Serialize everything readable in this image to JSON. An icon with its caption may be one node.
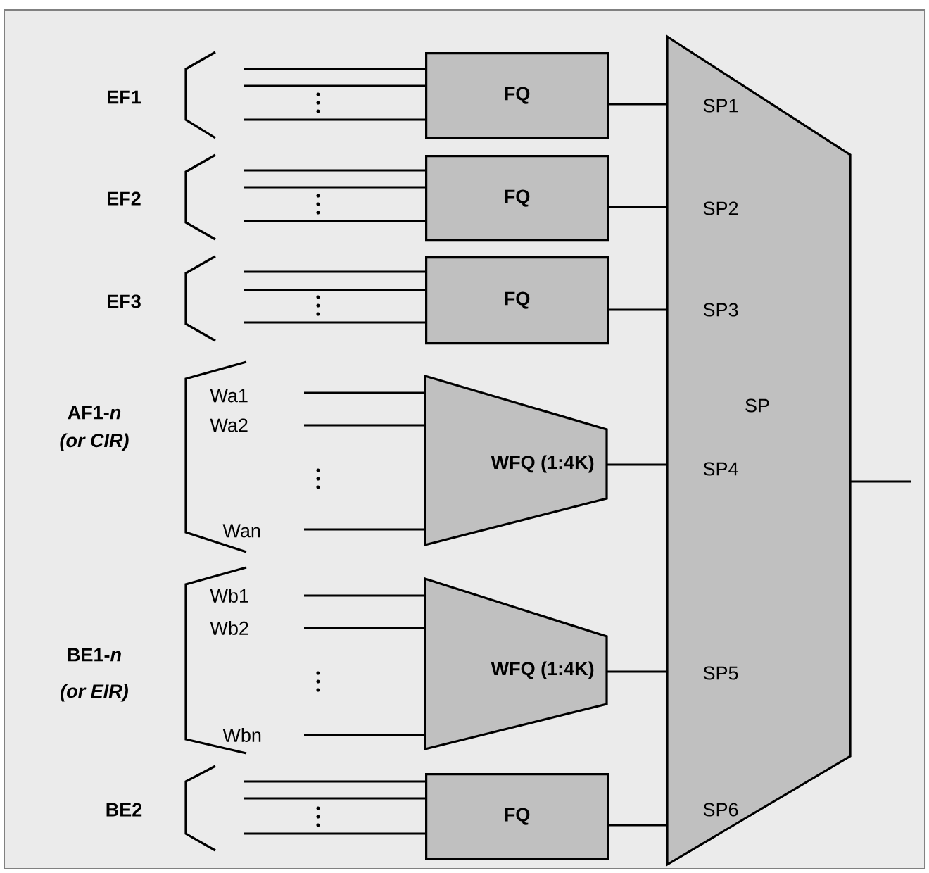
{
  "diagram": {
    "nodes": [
      {
        "text": [
          "FQ"
        ]
      },
      {
        "text": [
          "FQ"
        ]
      },
      {
        "text": [
          "FQ"
        ]
      },
      {
        "text": [
          "WFQ (1:4K)"
        ]
      },
      {
        "text": [
          "WFQ (1:4K)"
        ]
      },
      {
        "text": [
          "FQ"
        ]
      },
      {
        "text": [
          "SP1",
          "SP2",
          "SP3",
          "SP",
          "SP4",
          "SP5",
          "SP6"
        ]
      }
    ],
    "edges": [
      {
        "from": null,
        "to": 0,
        "arrow": "none"
      },
      {
        "from": null,
        "to": 0,
        "arrow": "none"
      },
      {
        "from": null,
        "to": 0,
        "arrow": "none"
      },
      {
        "from": null,
        "to": 1,
        "arrow": "none"
      },
      {
        "from": null,
        "to": 1,
        "arrow": "none"
      },
      {
        "from": null,
        "to": 1,
        "arrow": "none"
      },
      {
        "from": null,
        "to": 2,
        "arrow": "none"
      },
      {
        "from": null,
        "to": 2,
        "arrow": "none"
      },
      {
        "from": null,
        "to": 2,
        "arrow": "none"
      },
      {
        "from": null,
        "to": 3,
        "arrow": "none"
      },
      {
        "from": null,
        "to": 3,
        "arrow": "none"
      },
      {
        "from": null,
        "to": 3,
        "arrow": "none"
      },
      {
        "from": null,
        "to": 4,
        "arrow": "none"
      },
      {
        "from": null,
        "to": 4,
        "arrow": "none"
      },
      {
        "from": null,
        "to": 4,
        "arrow": "none"
      },
      {
        "from": null,
        "to": 5,
        "arrow": "none"
      },
      {
        "from": null,
        "to": 5,
        "arrow": "none"
      },
      {
        "from": null,
        "to": 5,
        "arrow": "none"
      },
      {
        "from": 0,
        "to": 6,
        "arrow": "none"
      },
      {
        "from": 1,
        "to": 6,
        "arrow": "none"
      },
      {
        "from": 2,
        "to": 6,
        "arrow": "none"
      },
      {
        "from": 3,
        "to": 6,
        "arrow": "none"
      },
      {
        "from": 4,
        "to": 6,
        "arrow": "none"
      },
      {
        "from": 5,
        "to": 6,
        "arrow": "none"
      },
      {
        "from": 6,
        "to": null,
        "arrow": "none"
      }
    ],
    "labels": [
      "EF1",
      "EF2",
      "EF3",
      "AF1-*n*",
      "(or CIR)",
      "Wa1",
      "Wa2",
      "Wan",
      "BE1-*n*",
      "(or EIR)",
      "Wb1",
      "Wb2",
      "Wbn",
      "BE2"
    ]
  }
}
